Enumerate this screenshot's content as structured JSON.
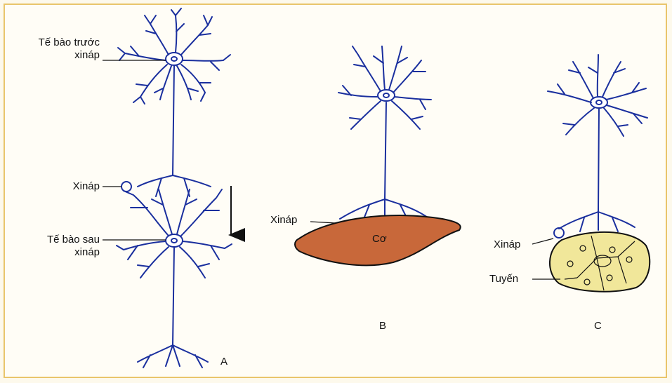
{
  "panelA": {
    "presynaptic_label_line1": "Tế bào trước",
    "presynaptic_label_line2": "xináp",
    "synapse_label": "Xináp",
    "postsynaptic_label_line1": "Tế bào sau",
    "postsynaptic_label_line2": "xináp",
    "panel_letter": "A"
  },
  "panelB": {
    "synapse_label": "Xináp",
    "muscle_label": "Cơ",
    "panel_letter": "B"
  },
  "panelC": {
    "synapse_label": "Xináp",
    "gland_label": "Tuyến",
    "panel_letter": "C"
  },
  "colors": {
    "neuron": "#1a2f9e",
    "muscle": "#c8683a",
    "gland": "#f1e79a",
    "frame": "#e9c56b"
  }
}
